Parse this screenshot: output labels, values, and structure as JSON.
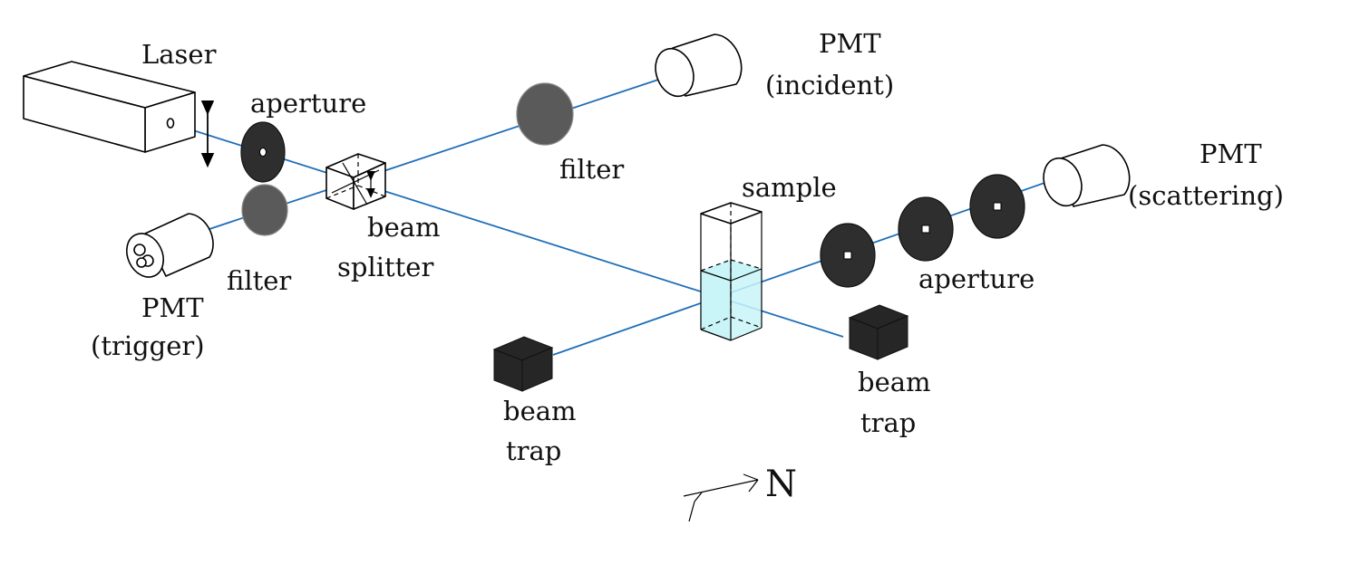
{
  "colors": {
    "beam": "#1f6fb8",
    "filter": "#5a5a5a",
    "aperture": "#2e2e2e",
    "trap": "#262626",
    "liquid": "#c9f5f9"
  },
  "labels": {
    "laser": "Laser",
    "aperture_laser": "aperture",
    "pmt_incident_1": "PMT",
    "pmt_incident_2": "(incident)",
    "filter_incident": "filter",
    "beam_splitter_1": "beam",
    "beam_splitter_2": "splitter",
    "filter_trigger": "filter",
    "pmt_trigger_1": "PMT",
    "pmt_trigger_2": "(trigger)",
    "sample": "sample",
    "pmt_scattering_1": "PMT",
    "pmt_scattering_2": "(scattering)",
    "aperture_scattering": "aperture",
    "beam_trap_left_1": "beam",
    "beam_trap_left_2": "trap",
    "beam_trap_right_1": "beam",
    "beam_trap_right_2": "trap",
    "north": "N"
  }
}
